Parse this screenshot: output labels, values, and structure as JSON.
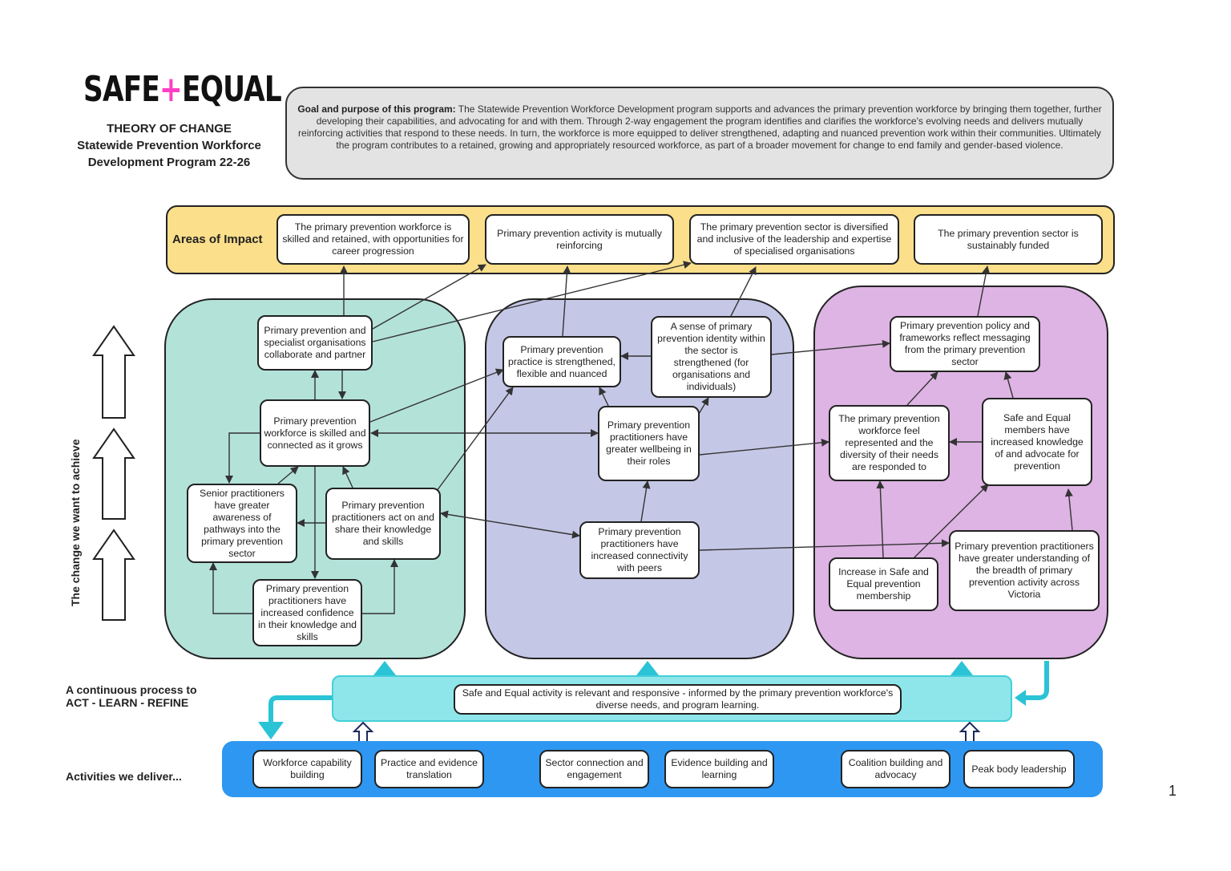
{
  "header": {
    "logo_left": "SAFE",
    "logo_plus": "+",
    "logo_right": "EQUAL",
    "title_line1": "THEORY OF CHANGE",
    "title_line2": "Statewide Prevention Workforce",
    "title_line3": "Development Program 22-26"
  },
  "goal": {
    "label": "Goal and purpose of this program:",
    "text": " The Statewide Prevention Workforce Development program supports and advances the primary prevention workforce by bringing them together, further developing their capabilities, and advocating for and with them. Through 2-way engagement the program identifies and clarifies the workforce's evolving needs and delivers mutually reinforcing activities that respond to these needs. In turn, the workforce is more equipped to deliver strengthened, adapting and nuanced prevention work within their communities. Ultimately the program contributes to a retained, growing and appropriately resourced workforce, as part of a broader movement for change to end family and gender-based violence."
  },
  "impact": {
    "label": "Areas of Impact",
    "items": [
      "The primary prevention workforce is skilled and retained, with opportunities for career progression",
      "Primary prevention activity is mutually reinforcing",
      "The primary prevention sector is diversified and inclusive of the leadership and expertise of specialised organisations",
      "The primary prevention sector is sustainably funded"
    ]
  },
  "side_label": "The change we want to achieve",
  "green": {
    "collaborate": "Primary prevention and specialist organisations collaborate and partner",
    "skilled": "Primary prevention workforce is skilled and connected as it grows",
    "senior": "Senior practitioners have greater awareness of pathways into the primary prevention sector",
    "act_share": "Primary prevention practitioners act on and share their knowledge and skills",
    "confidence": "Primary prevention practitioners have increased confidence in their knowledge and skills"
  },
  "blue": {
    "practice": "Primary prevention practice is strengthened, flexible and nuanced",
    "identity": "A sense of primary prevention identity within the sector is strengthened (for organisations and individuals)",
    "wellbeing": "Primary prevention practitioners have greater wellbeing in their roles",
    "connectivity": "Primary prevention practitioners have increased connectivity with peers"
  },
  "pink": {
    "policy": "Primary prevention policy and frameworks reflect messaging from the primary prevention sector",
    "diversity": "The primary prevention workforce feel represented and the diversity of their needs are responded to",
    "members": "Safe and Equal members have increased knowledge of and advocate for prevention",
    "membership": "Increase in Safe and Equal prevention membership",
    "breadth": "Primary prevention practitioners have greater understanding of the breadth of primary prevention activity across Victoria"
  },
  "process": {
    "label_line1": "A continuous process to",
    "label_line2": "ACT - LEARN - REFINE",
    "text": "Safe and Equal activity is relevant and responsive - informed by the primary prevention workforce's diverse needs, and program learning."
  },
  "activities": {
    "label": "Activities we deliver...",
    "items": [
      "Workforce capability building",
      "Practice and evidence translation",
      "Sector connection and engagement",
      "Evidence building and learning",
      "Coalition building and advocacy",
      "Peak body leadership"
    ]
  },
  "page_number": "1",
  "colors": {
    "logo_plus": "#ff3fc4",
    "impact_band": "#fbdf8a",
    "green_area": "#b3e2d9",
    "blue_area": "#c5c7e6",
    "pink_area": "#ddb4e3",
    "process_band": "#8ee6ea",
    "activities_band": "#2e97f1",
    "cyan_arrow": "#2bc3d6"
  }
}
